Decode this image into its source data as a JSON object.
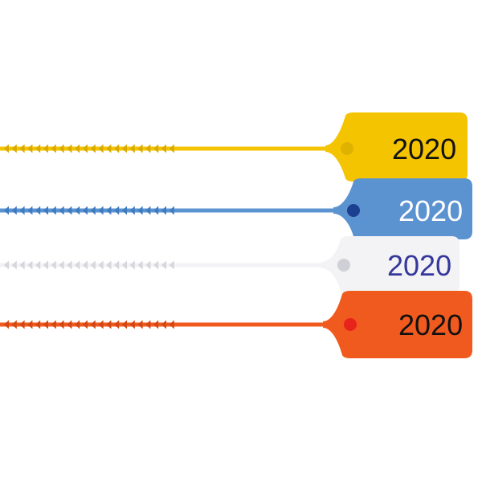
{
  "image": {
    "subject": "four plastic pull-tight security seals with numbered tags",
    "background_color": "#ffffff"
  },
  "seals": [
    {
      "id": "yellow",
      "color": "#f5c400",
      "color_shadow": "#d9ab00",
      "hole_color": "#e0b200",
      "number": "2020",
      "number_color": "#111111"
    },
    {
      "id": "blue",
      "color": "#5b93d1",
      "color_shadow": "#3f7bc0",
      "hole_color": "#1c3f8f",
      "number": "2020",
      "number_color": "#ffffff"
    },
    {
      "id": "white",
      "color": "#f3f3f6",
      "color_shadow": "#d6d6dc",
      "hole_color": "#cfcfd6",
      "number": "2020",
      "number_color": "#35389a"
    },
    {
      "id": "orange",
      "color": "#f05a1e",
      "color_shadow": "#d44612",
      "hole_color": "#e8231b",
      "number": "2020",
      "number_color": "#111111"
    }
  ]
}
